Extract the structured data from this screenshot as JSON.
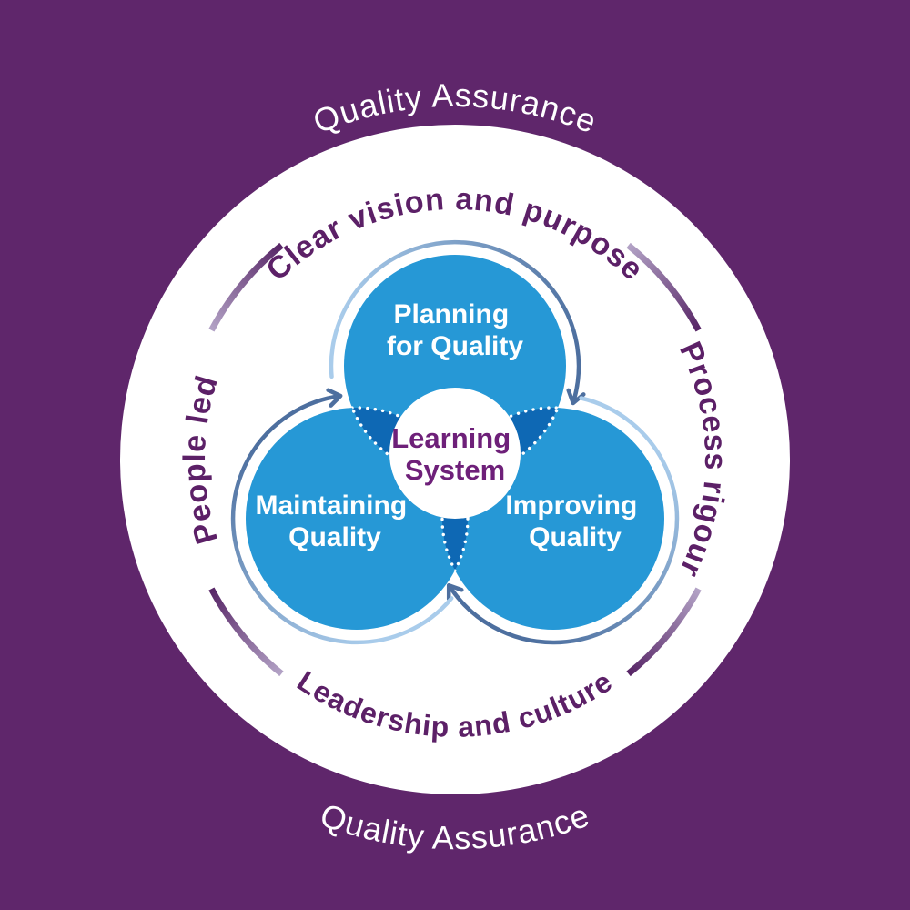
{
  "title_top": "Quality Assurance",
  "title_bottom": "Quality Assurance",
  "ring": {
    "top": "Clear vision and purpose",
    "right": "Process rigour",
    "bottom": "Leadership and culture",
    "left": "People led"
  },
  "circles": {
    "planning": {
      "line1": "Planning",
      "line2": "for Quality"
    },
    "maintaining": {
      "line1": "Maintaining",
      "line2": "Quality"
    },
    "improving": {
      "line1": "Improving",
      "line2": "Quality"
    }
  },
  "center": {
    "line1": "Learning",
    "line2": "System"
  },
  "colors": {
    "background": "#5f266b",
    "ring_text": "#5c2067",
    "center_text": "#6e2079",
    "circle_blue": "#2698d6",
    "overlap_blue": "#0e68b4",
    "flow_arc_light": "#a9cceb",
    "flow_arc_dark": "#4d6f9f",
    "separator_light": "#b3a3c6",
    "separator_dark": "#572566",
    "white": "#ffffff"
  }
}
